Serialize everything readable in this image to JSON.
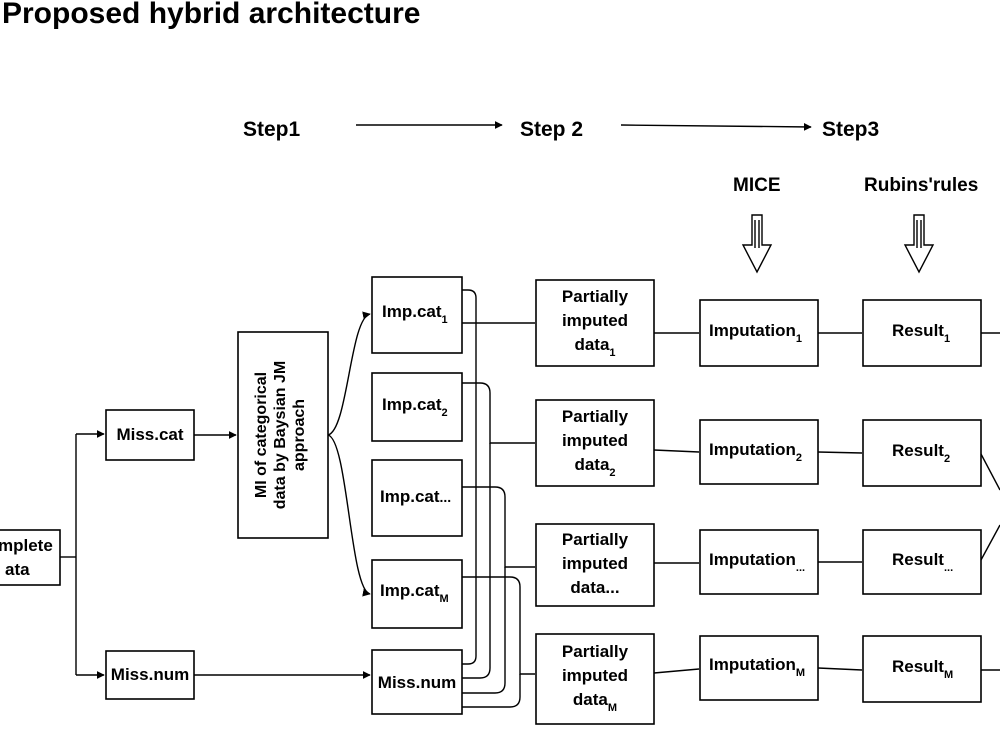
{
  "title": "Proposed hybrid architecture",
  "steps": [
    "Step1",
    "Step 2",
    "Step3"
  ],
  "methods": {
    "mice": "MICE",
    "rubins": "Rubins'rules"
  },
  "nodes": {
    "complete_data": [
      "mplete",
      "ata"
    ],
    "miss_cat": "Miss.cat",
    "miss_num": "Miss.num",
    "miss_num_2": "Miss.num",
    "mi_box": [
      "MI of categorical",
      "data by Baysian JM",
      "approach"
    ]
  },
  "imp_cat": {
    "label": "Imp.cat",
    "subs": [
      "1",
      "2",
      "...",
      "M"
    ]
  },
  "partial": {
    "line1": "Partially",
    "line2": "imputed",
    "line3": "data",
    "subs": [
      "1",
      "2",
      "...",
      "M"
    ]
  },
  "imputation": {
    "label": "Imputation",
    "subs": [
      "1",
      "2",
      "...",
      "M"
    ]
  },
  "result": {
    "label": "Result",
    "subs": [
      "1",
      "2",
      "...",
      "M"
    ]
  }
}
